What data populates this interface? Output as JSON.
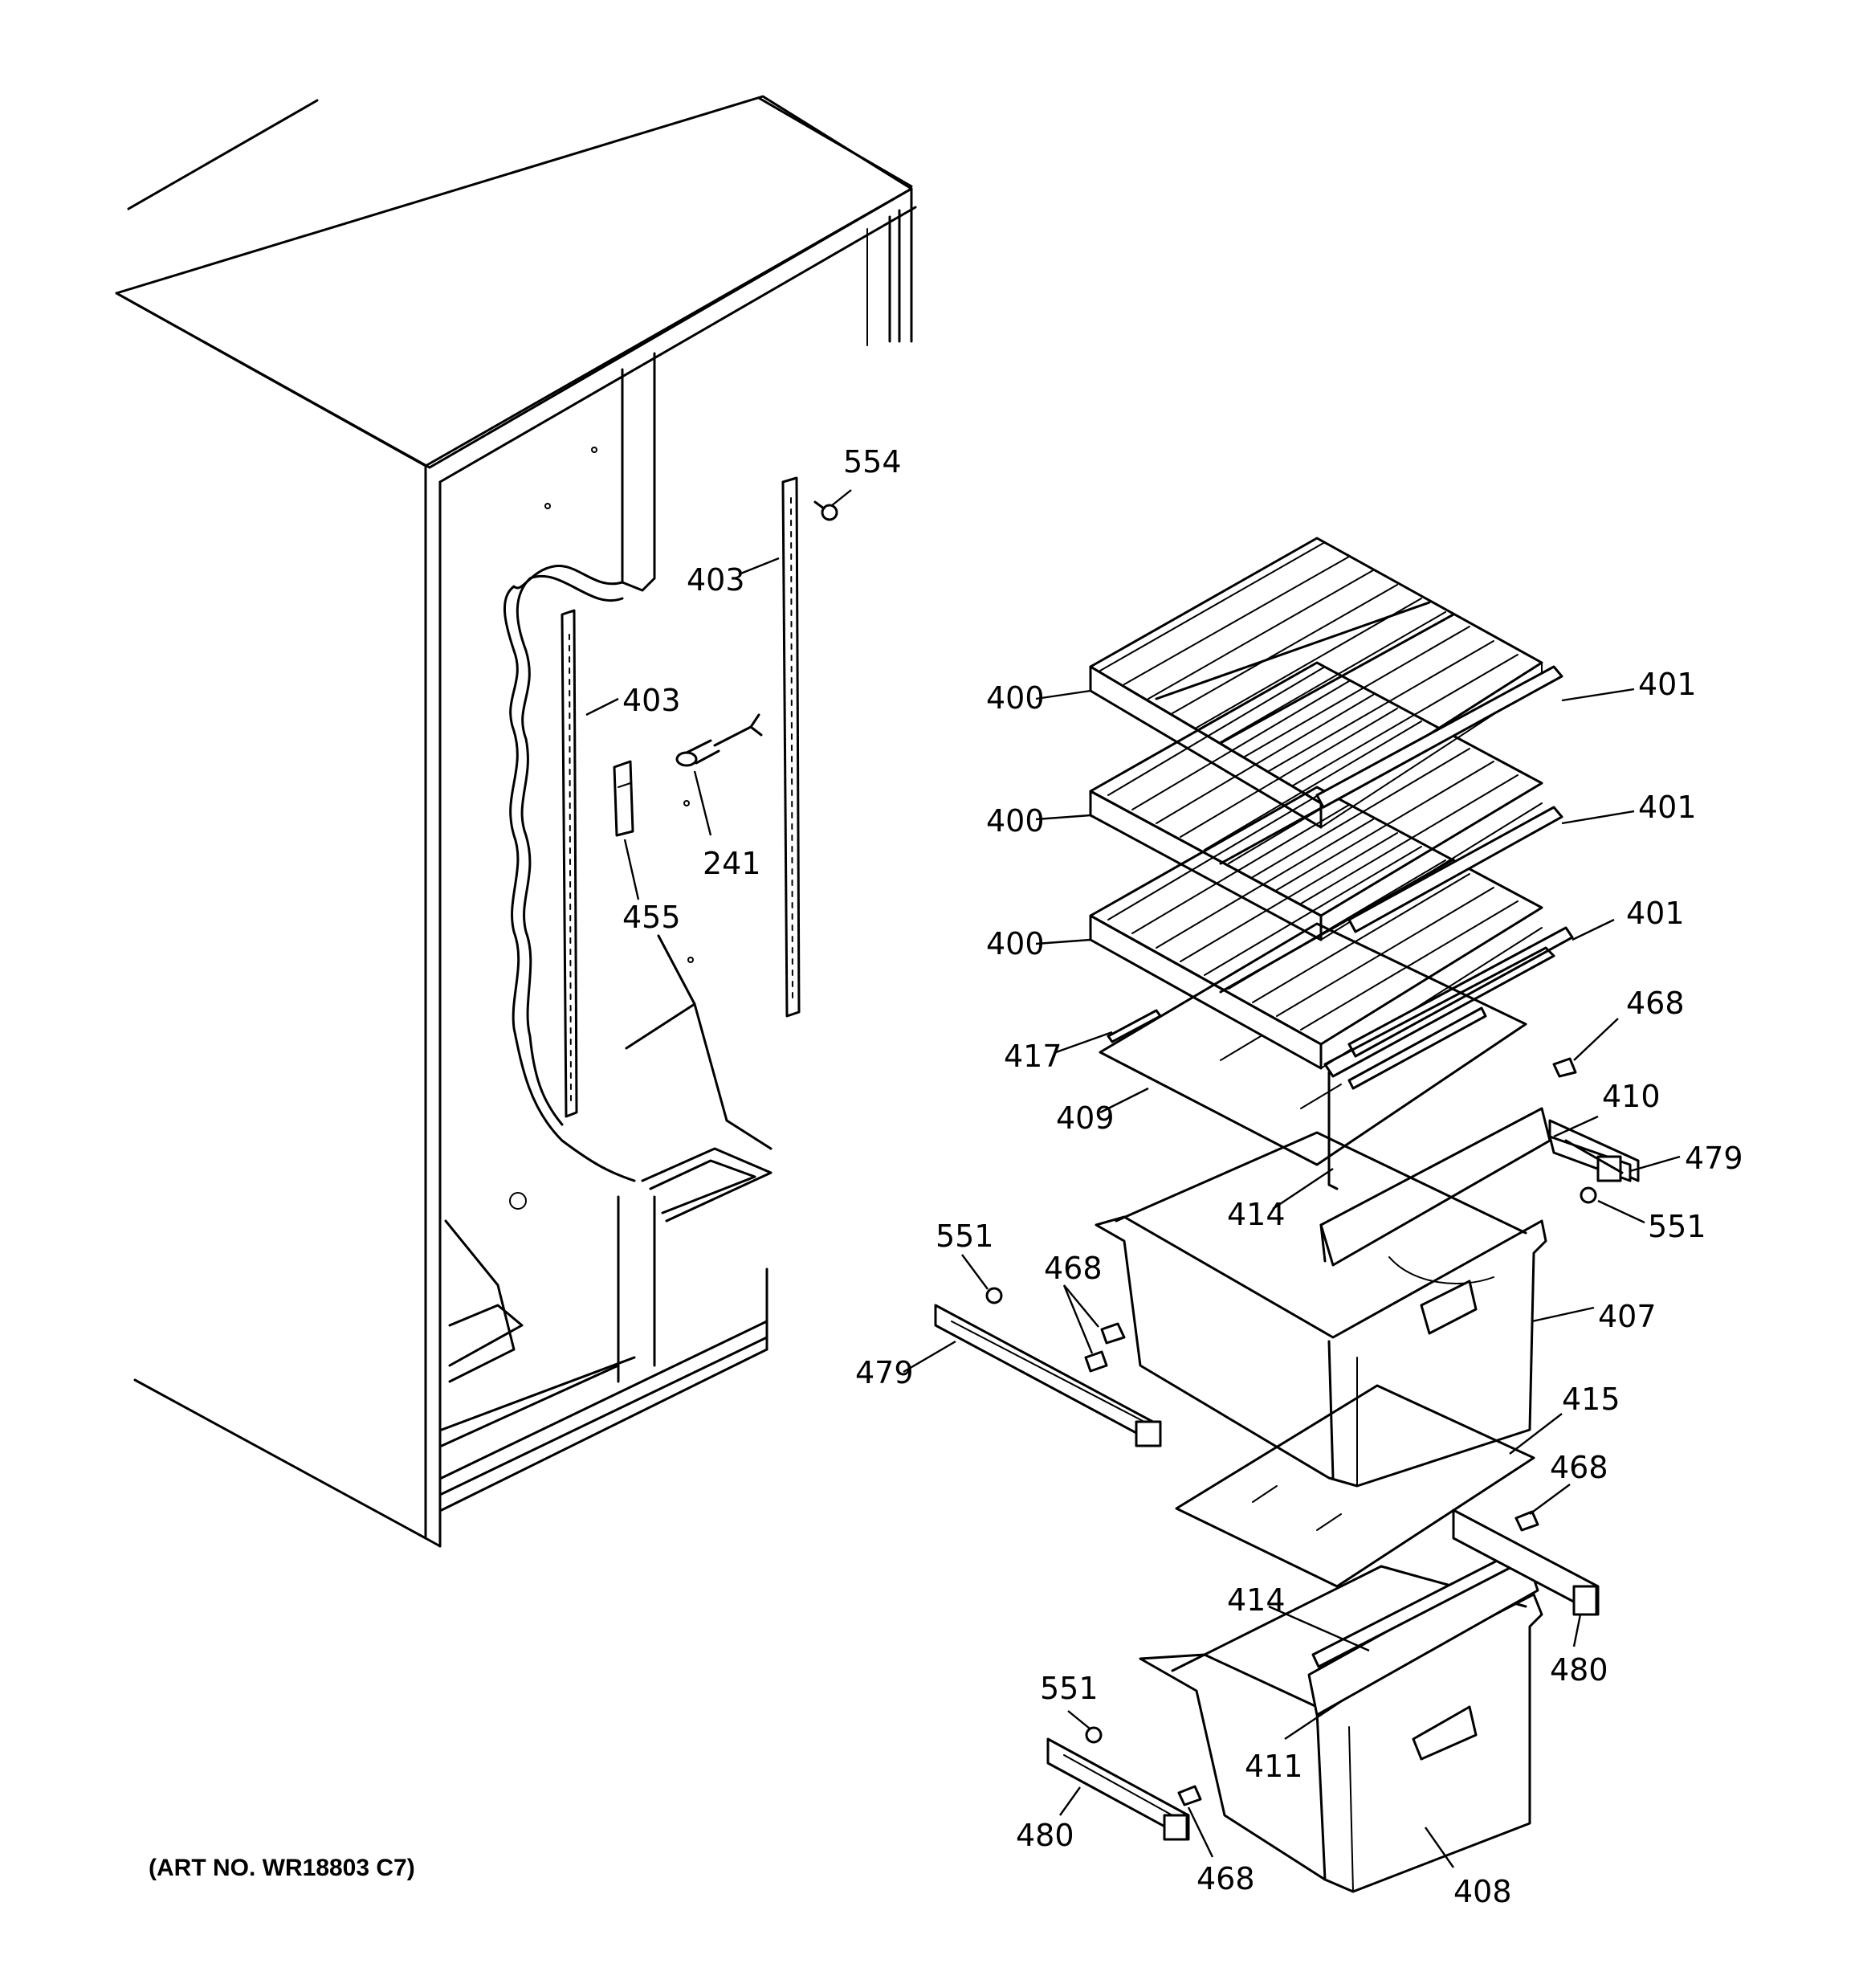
{
  "art_number": "(ART NO. WR18803 C7)",
  "callouts": [
    {
      "id": "c554",
      "text": "554"
    },
    {
      "id": "c403a",
      "text": "403"
    },
    {
      "id": "c403b",
      "text": "403"
    },
    {
      "id": "c241",
      "text": "241"
    },
    {
      "id": "c455",
      "text": "455"
    },
    {
      "id": "c400a",
      "text": "400"
    },
    {
      "id": "c400b",
      "text": "400"
    },
    {
      "id": "c400c",
      "text": "400"
    },
    {
      "id": "c401a",
      "text": "401"
    },
    {
      "id": "c401b",
      "text": "401"
    },
    {
      "id": "c401c",
      "text": "401"
    },
    {
      "id": "c468a",
      "text": "468"
    },
    {
      "id": "c417",
      "text": "417"
    },
    {
      "id": "c410",
      "text": "410"
    },
    {
      "id": "c409",
      "text": "409"
    },
    {
      "id": "c479a",
      "text": "479"
    },
    {
      "id": "c414a",
      "text": "414"
    },
    {
      "id": "c551a",
      "text": "551"
    },
    {
      "id": "c551b",
      "text": "551"
    },
    {
      "id": "c468b",
      "text": "468"
    },
    {
      "id": "c407",
      "text": "407"
    },
    {
      "id": "c479b",
      "text": "479"
    },
    {
      "id": "c415",
      "text": "415"
    },
    {
      "id": "c468c",
      "text": "468"
    },
    {
      "id": "c414b",
      "text": "414"
    },
    {
      "id": "c480a",
      "text": "480"
    },
    {
      "id": "c551c",
      "text": "551"
    },
    {
      "id": "c411",
      "text": "411"
    },
    {
      "id": "c480b",
      "text": "480"
    },
    {
      "id": "c468d",
      "text": "468"
    },
    {
      "id": "c408",
      "text": "408"
    }
  ]
}
